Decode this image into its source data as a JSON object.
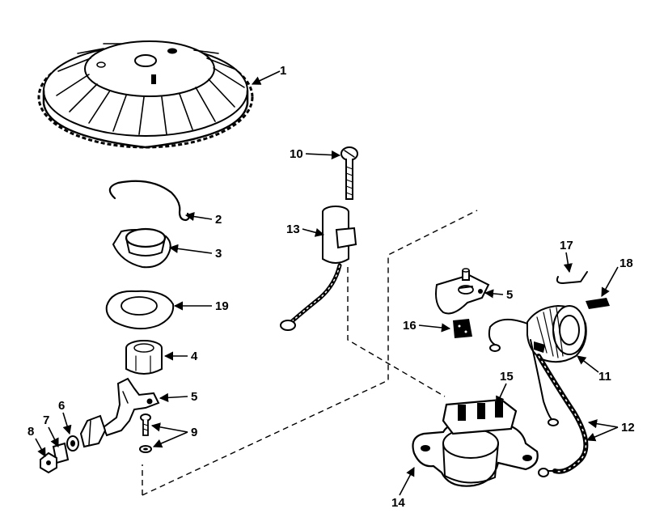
{
  "diagram": {
    "labels": {
      "p1": "1",
      "p2": "2",
      "p3": "3",
      "p4": "4",
      "p5a": "5",
      "p5b": "5",
      "p6": "6",
      "p7": "7",
      "p8": "8",
      "p9": "9",
      "p10": "10",
      "p11": "11",
      "p12": "12",
      "p13": "13",
      "p14": "14",
      "p15": "15",
      "p16": "16",
      "p17": "17",
      "p18": "18",
      "p19": "19"
    }
  }
}
